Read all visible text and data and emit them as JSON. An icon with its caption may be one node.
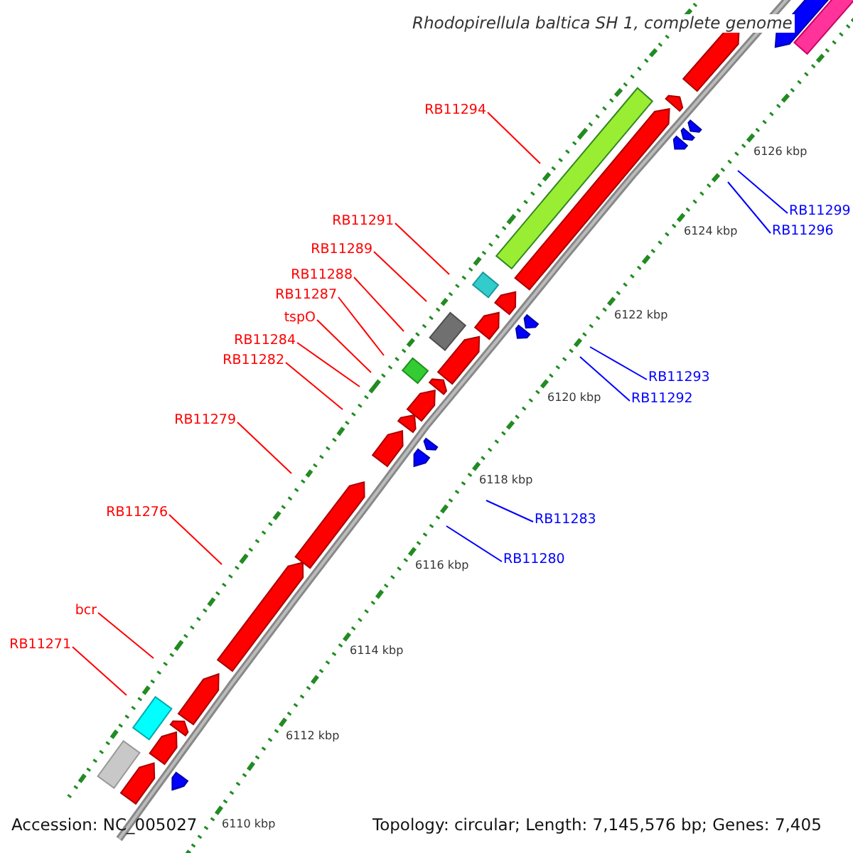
{
  "diagram": {
    "title": "Rhodopirellula baltica SH 1, complete genome",
    "nodes": [
      {
        "text": [
          "RB11294"
        ]
      },
      {
        "text": [
          "RB11299"
        ]
      },
      {
        "text": [
          "RB11296"
        ]
      },
      {
        "text": [
          "RB11291"
        ]
      },
      {
        "text": [
          "RB11289"
        ]
      },
      {
        "text": [
          "RB11288"
        ]
      },
      {
        "text": [
          "RB11287"
        ]
      },
      {
        "text": [
          "tspO"
        ]
      },
      {
        "text": [
          "RB11284"
        ]
      },
      {
        "text": [
          "RB11282"
        ]
      },
      {
        "text": [
          "RB11293"
        ]
      },
      {
        "text": [
          "RB11292"
        ]
      },
      {
        "text": [
          "RB11279"
        ]
      },
      {
        "text": [
          "RB11283"
        ]
      },
      {
        "text": [
          "RB11280"
        ]
      },
      {
        "text": [
          "RB11276"
        ]
      },
      {
        "text": [
          "bcr"
        ]
      },
      {
        "text": [
          "RB11271"
        ]
      }
    ],
    "edges": [
      {
        "from": 0,
        "to": null,
        "arrow": "none"
      },
      {
        "from": 1,
        "to": null,
        "arrow": "none",
        "color": "#0000ff"
      },
      {
        "from": 2,
        "to": null,
        "arrow": "none",
        "color": "#0000ff"
      },
      {
        "from": 3,
        "to": null,
        "arrow": "none"
      },
      {
        "from": 4,
        "to": null,
        "arrow": "none"
      },
      {
        "from": 5,
        "to": null,
        "arrow": "none"
      },
      {
        "from": 6,
        "to": null,
        "arrow": "none"
      },
      {
        "from": 7,
        "to": null,
        "arrow": "none"
      },
      {
        "from": 8,
        "to": null,
        "arrow": "none"
      },
      {
        "from": 9,
        "to": null,
        "arrow": "none"
      },
      {
        "from": 10,
        "to": null,
        "arrow": "none",
        "color": "#0000ff"
      },
      {
        "from": 11,
        "to": null,
        "arrow": "none",
        "color": "#0000ff"
      },
      {
        "from": 12,
        "to": null,
        "arrow": "none"
      },
      {
        "from": 13,
        "to": null,
        "arrow": "none",
        "color": "#0000ff"
      },
      {
        "from": 14,
        "to": null,
        "arrow": "none",
        "color": "#0000ff"
      },
      {
        "from": 15,
        "to": null,
        "arrow": "none"
      },
      {
        "from": 16,
        "to": null,
        "arrow": "none"
      },
      {
        "from": 17,
        "to": null,
        "arrow": "none"
      }
    ],
    "labels": [
      "6126 kbp",
      "6124 kbp",
      "6122 kbp",
      "6120 kbp",
      "6118 kbp",
      "6116 kbp",
      "6114 kbp",
      "6112 kbp",
      "6110 kbp",
      "Accession: NC_005027",
      "Topology: circular; Length: 7,145,576 bp; Genes: 7,405"
    ]
  }
}
